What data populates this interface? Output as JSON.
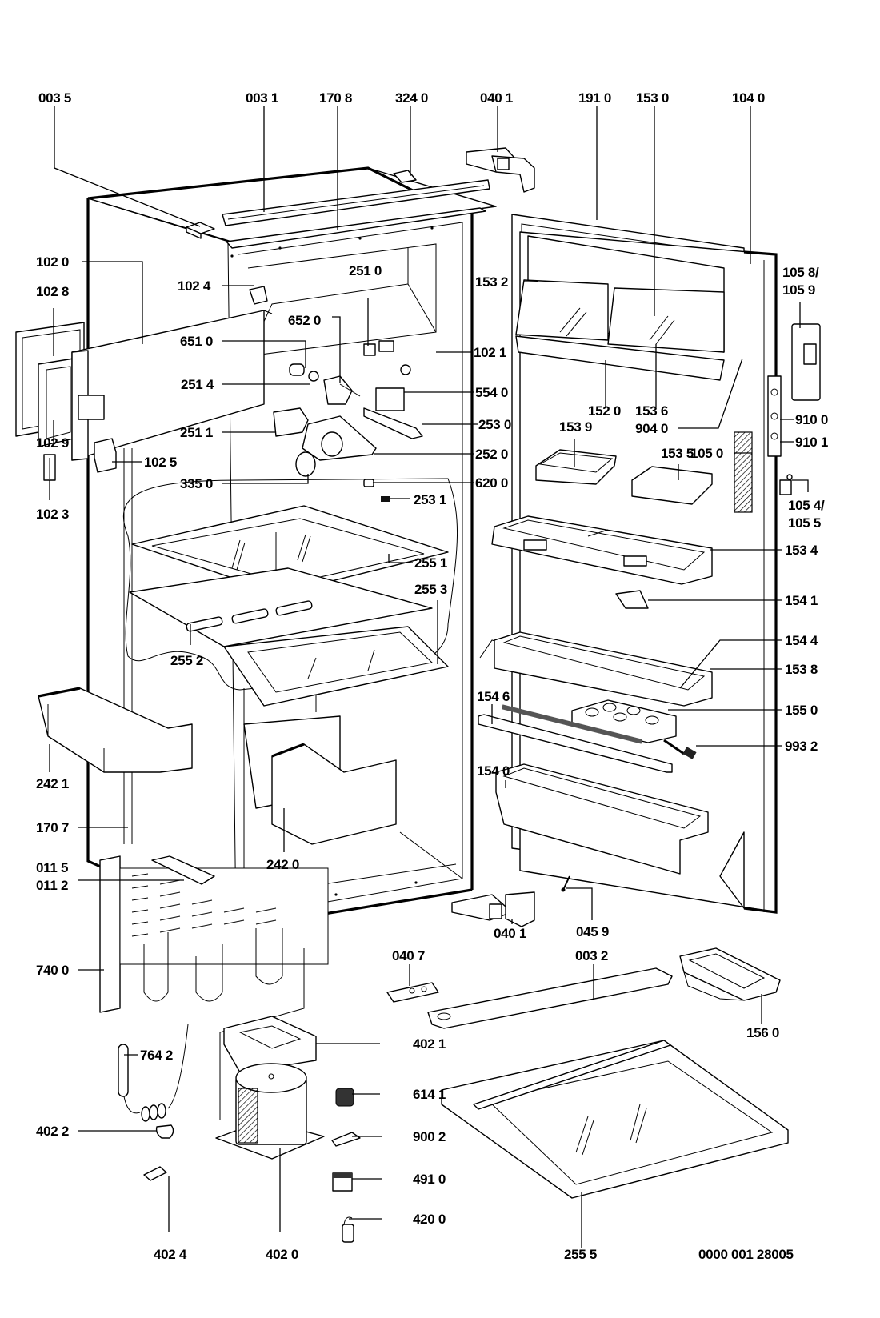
{
  "diagram": {
    "subject": "Refrigerator exploded parts diagram",
    "drawing_number": "0000 001 28005",
    "parts": [
      {
        "id": "p0035",
        "label": "003 5",
        "part": "top-bracket"
      },
      {
        "id": "p0031",
        "label": "003 1",
        "part": "top-trim-strip"
      },
      {
        "id": "p1708",
        "label": "170 8",
        "part": "top-cover-strip"
      },
      {
        "id": "p3240",
        "label": "324 0",
        "part": "small-clip"
      },
      {
        "id": "p0401t",
        "label": "040 1",
        "part": "upper-hinge"
      },
      {
        "id": "p1910",
        "label": "191 0",
        "part": "door-gasket"
      },
      {
        "id": "p1530",
        "label": "153 0",
        "part": "dairy-compartment"
      },
      {
        "id": "p1040",
        "label": "104 0",
        "part": "door"
      },
      {
        "id": "p1020",
        "label": "102 0",
        "part": "freezer-door"
      },
      {
        "id": "p1028",
        "label": "102 8",
        "part": "freezer-door-gasket"
      },
      {
        "id": "p1024",
        "label": "102 4",
        "part": "clip"
      },
      {
        "id": "p2510",
        "label": "251 0",
        "part": "thermostat-housing"
      },
      {
        "id": "p6520",
        "label": "652 0",
        "part": "lamp-holder"
      },
      {
        "id": "p6510",
        "label": "651 0",
        "part": "lamp"
      },
      {
        "id": "p1021",
        "label": "102 1",
        "part": "hinge-pin"
      },
      {
        "id": "p1532",
        "label": "153 2",
        "part": "dairy-flap"
      },
      {
        "id": "p2514",
        "label": "251 4",
        "part": "light-switch"
      },
      {
        "id": "p5540",
        "label": "554 0",
        "part": "thermostat"
      },
      {
        "id": "p1520",
        "label": "152 0",
        "part": "door-shelf-upper"
      },
      {
        "id": "p1536",
        "label": "153 6",
        "part": "dairy-lid"
      },
      {
        "id": "p9040",
        "label": "904 0",
        "part": "door-pin"
      },
      {
        "id": "p1058",
        "label": "105 8/\n105 9",
        "part": "door-hinge-set"
      },
      {
        "id": "p2530",
        "label": "253 0",
        "part": "control-knob-bar"
      },
      {
        "id": "p2511",
        "label": "251 1",
        "part": "light-cover"
      },
      {
        "id": "p1029",
        "label": "102 9",
        "part": "freezer-flap-inner"
      },
      {
        "id": "p1539",
        "label": "153 9",
        "part": "egg-box-left"
      },
      {
        "id": "p1050",
        "label": "105 0",
        "part": "door-handle"
      },
      {
        "id": "p9100",
        "label": "910 0",
        "part": "hinge-plate-a"
      },
      {
        "id": "p9101",
        "label": "910 1",
        "part": "hinge-plate-b"
      },
      {
        "id": "p2520",
        "label": "252 0",
        "part": "control-panel"
      },
      {
        "id": "p1535",
        "label": "153 5",
        "part": "egg-box-right"
      },
      {
        "id": "p1025",
        "label": "102 5",
        "part": "corner-cap"
      },
      {
        "id": "p3350",
        "label": "335 0",
        "part": "knob"
      },
      {
        "id": "p6200",
        "label": "620 0",
        "part": "nut"
      },
      {
        "id": "p1054",
        "label": "105 4/\n105 5",
        "part": "hinge-bracket"
      },
      {
        "id": "p1023",
        "label": "102 3",
        "part": "hinge-small"
      },
      {
        "id": "p2531",
        "label": "253 1",
        "part": "button"
      },
      {
        "id": "p2551",
        "label": "255 1",
        "part": "glass-shelf-upper"
      },
      {
        "id": "p1534",
        "label": "153 4",
        "part": "door-shelf-middle"
      },
      {
        "id": "p2553",
        "label": "255 3",
        "part": "glass-shelf-front"
      },
      {
        "id": "p1541",
        "label": "154 1",
        "part": "bottle-clip"
      },
      {
        "id": "p2552",
        "label": "255 2",
        "part": "shelf-frame"
      },
      {
        "id": "p1544",
        "label": "154 4",
        "part": "bottle-rail"
      },
      {
        "id": "p1538",
        "label": "153 8",
        "part": "door-shelf-lower"
      },
      {
        "id": "p1546",
        "label": "154 6",
        "part": "bottle-holder-strip"
      },
      {
        "id": "p1550",
        "label": "155 0",
        "part": "egg-tray"
      },
      {
        "id": "p9932",
        "label": "993 2",
        "part": "sensor"
      },
      {
        "id": "p1540",
        "label": "154 0",
        "part": "bottle-shelf"
      },
      {
        "id": "p2421",
        "label": "242 1",
        "part": "crisper-left"
      },
      {
        "id": "p1707",
        "label": "170 7",
        "part": "side-strip"
      },
      {
        "id": "p2420",
        "label": "242 0",
        "part": "crisper-right"
      },
      {
        "id": "p0115",
        "label": "011 5\n011 2",
        "part": "base-bracket"
      },
      {
        "id": "p0459",
        "label": "045 9",
        "part": "screw"
      },
      {
        "id": "p0401b",
        "label": "040 1",
        "part": "lower-hinge"
      },
      {
        "id": "p0407",
        "label": "040 7",
        "part": "hinge-plate"
      },
      {
        "id": "p0032",
        "label": "003 2",
        "part": "bottom-strip"
      },
      {
        "id": "p7400",
        "label": "740 0",
        "part": "condenser"
      },
      {
        "id": "p1560",
        "label": "156 0",
        "part": "ice-tray"
      },
      {
        "id": "p4021",
        "label": "402 1",
        "part": "compressor-bracket"
      },
      {
        "id": "p7642",
        "label": "764 2",
        "part": "dryer-filter"
      },
      {
        "id": "p6141",
        "label": "614 1",
        "part": "relay"
      },
      {
        "id": "p4022",
        "label": "402 2",
        "part": "rubber-foot"
      },
      {
        "id": "p9002",
        "label": "900 2",
        "part": "clamp"
      },
      {
        "id": "p4910",
        "label": "491 0",
        "part": "overload-protector"
      },
      {
        "id": "p2555",
        "label": "255 5",
        "part": "glass-shelf-bottom"
      },
      {
        "id": "p4024",
        "label": "402 4",
        "part": "clip-fork"
      },
      {
        "id": "p4020",
        "label": "402 0",
        "part": "compressor"
      },
      {
        "id": "p4200",
        "label": "420 0",
        "part": "capacitor"
      }
    ]
  }
}
